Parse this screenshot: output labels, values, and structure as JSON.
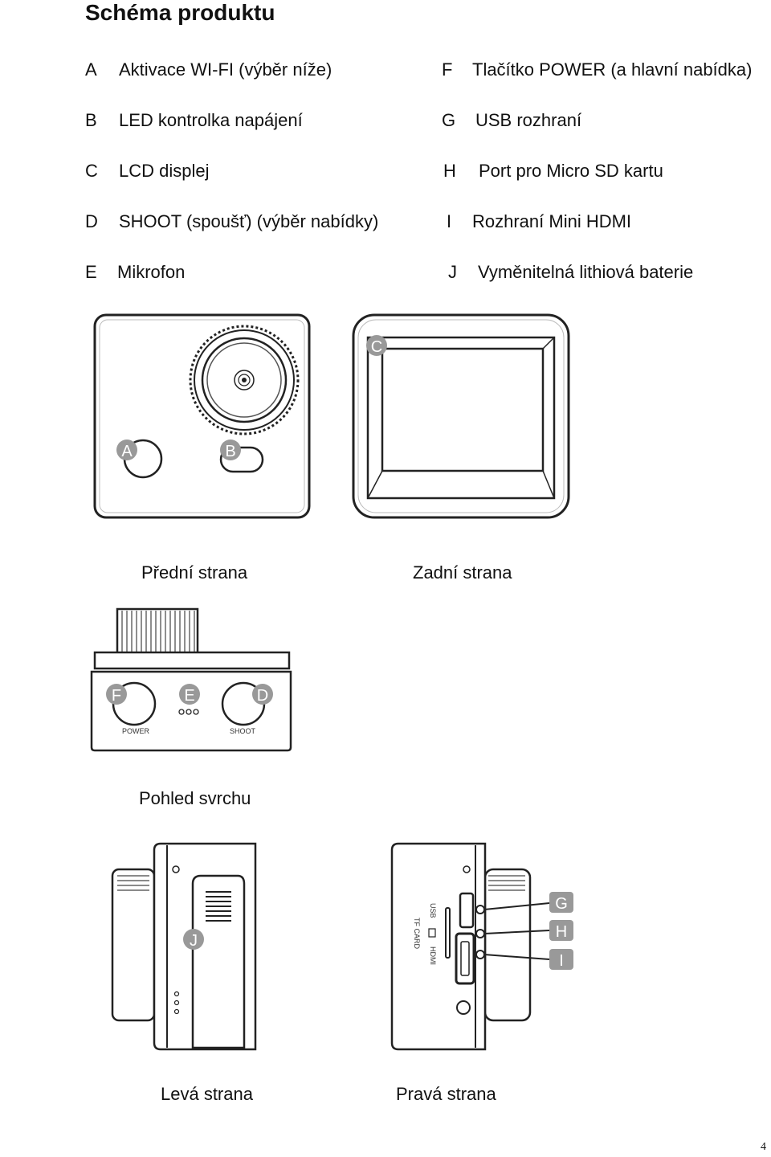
{
  "title": "Schéma produktu",
  "legend_left": [
    {
      "letter": "A",
      "text": "Aktivace WI-FI (výběr níže)"
    },
    {
      "letter": "B",
      "text": "LED kontrolka napájení"
    },
    {
      "letter": "C",
      "text": "LCD displej"
    },
    {
      "letter": "D",
      "text": "SHOOT (spoušť) (výběr nabídky)"
    },
    {
      "letter": "E",
      "text": "Mikrofon"
    }
  ],
  "legend_right": [
    {
      "letter": "F",
      "text": "Tlačítko POWER (a hlavní nabídka)"
    },
    {
      "letter": "G",
      "text": "USB rozhraní"
    },
    {
      "letter": "H",
      "text": "Port pro Micro SD kartu"
    },
    {
      "letter": "I",
      "text": "Rozhraní Mini HDMI"
    },
    {
      "letter": "J",
      "text": "Vyměnitelná lithiová baterie"
    }
  ],
  "captions": {
    "front": "Přední strana",
    "back": "Zadní strana",
    "top": "Pohled svrchu",
    "left": "Levá strana",
    "right": "Pravá strana"
  },
  "diagram_labels": {
    "power": "POWER",
    "shoot": "SHOOT",
    "usb": "USB",
    "tf_card": "TF CARD",
    "hdmi": "HDMI"
  },
  "page_number": "4"
}
